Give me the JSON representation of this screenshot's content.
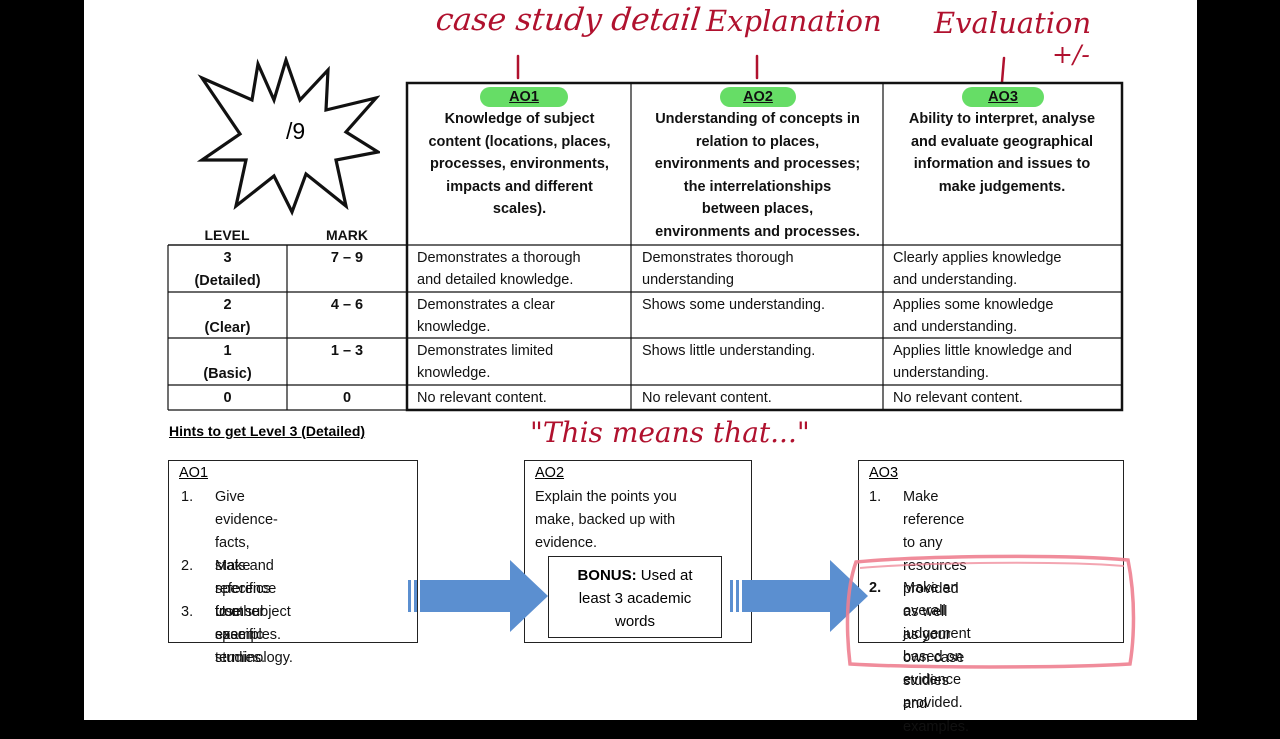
{
  "annotations": {
    "ao1_note": "case study detail",
    "ao2_note": "Explanation",
    "ao3_note": "Evaluation",
    "plus_minus": "+/-",
    "this_means": "\"This means that...\""
  },
  "starburst": {
    "label": "/9"
  },
  "table": {
    "level_header": "LEVEL",
    "mark_header": "MARK",
    "columns": [
      {
        "code": "AO1",
        "desc_lines": [
          "Knowledge of subject",
          "content (locations, places,",
          "processes, environments,",
          "impacts and different",
          "scales)."
        ]
      },
      {
        "code": "AO2",
        "desc_lines": [
          "Understanding of concepts in",
          "relation to places,",
          "environments and processes;",
          "the interrelationships",
          "between places,",
          "environments and processes."
        ]
      },
      {
        "code": "AO3",
        "desc_lines": [
          "Ability to interpret, analyse",
          "and evaluate geographical",
          "information and issues to",
          "make judgements."
        ]
      }
    ],
    "rows": [
      {
        "level": "3",
        "level_name": "(Detailed)",
        "mark": "7 – 9",
        "cells": [
          [
            "Demonstrates a thorough",
            "and detailed knowledge."
          ],
          [
            "Demonstrates thorough",
            "understanding"
          ],
          [
            "Clearly applies knowledge",
            "and understanding."
          ]
        ]
      },
      {
        "level": "2",
        "level_name": "(Clear)",
        "mark": "4 – 6",
        "cells": [
          [
            "Demonstrates a clear",
            "knowledge."
          ],
          [
            "Shows some understanding."
          ],
          [
            "Applies some knowledge",
            "and understanding."
          ]
        ]
      },
      {
        "level": "1",
        "level_name": "(Basic)",
        "mark": "1 – 3",
        "cells": [
          [
            "Demonstrates limited",
            "knowledge."
          ],
          [
            "Shows little understanding."
          ],
          [
            "Applies little knowledge and",
            "understanding."
          ]
        ]
      },
      {
        "level": "0",
        "level_name": "",
        "mark": "0",
        "cells": [
          [
            "No relevant content."
          ],
          [
            "No relevant content."
          ],
          [
            "No relevant content."
          ]
        ]
      }
    ]
  },
  "hints": {
    "heading": "Hints to get Level 3 (Detailed)",
    "ao1": {
      "title": "AO1",
      "items": [
        {
          "num": "1.",
          "lines": [
            "Give evidence- facts,",
            "stats and specifics from",
            "case studies."
          ]
        },
        {
          "num": "2.",
          "lines": [
            "Make reference to other",
            "examples."
          ]
        },
        {
          "num": "3.",
          "lines": [
            "Use subject specific",
            "terminology."
          ]
        }
      ]
    },
    "ao2": {
      "title": "AO2",
      "lines": [
        "Explain the points you",
        "make, backed up with",
        "evidence."
      ],
      "bonus_label": "BONUS:",
      "bonus_rest": " Used at",
      "bonus_lines": [
        "least 3 academic",
        "words"
      ]
    },
    "ao3": {
      "title": "AO3",
      "items": [
        {
          "num": "1.",
          "lines": [
            "Make reference to any",
            "resources provided as well",
            "as your own case studies",
            "and examples."
          ]
        },
        {
          "num": "2.",
          "lines": [
            "Make an overall judgement",
            "based on evidence",
            "provided."
          ]
        }
      ]
    }
  },
  "colors": {
    "highlight": "#66dd66",
    "ink": "#b0112e",
    "arrow": "#5b8fd0",
    "circle": "#ee7f90"
  }
}
